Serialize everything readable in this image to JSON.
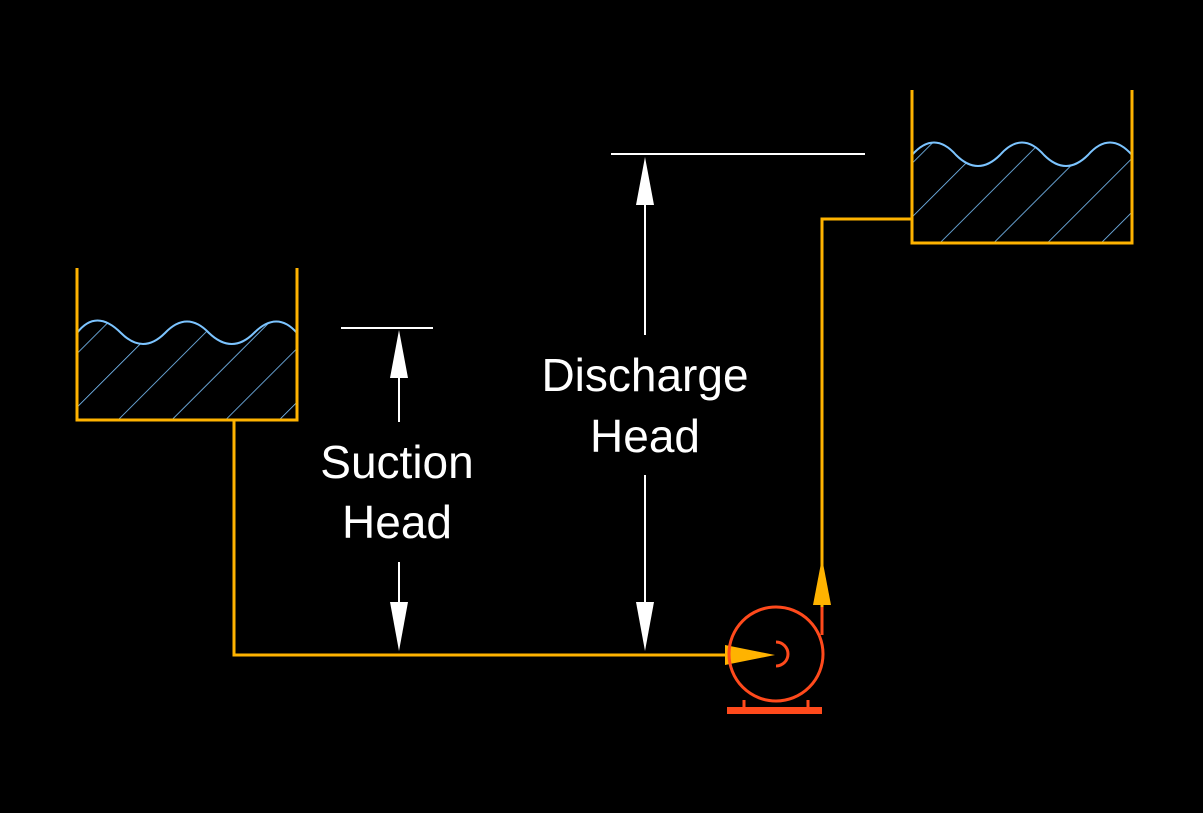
{
  "labels": {
    "suction": {
      "line1": "Suction",
      "line2": "Head"
    },
    "discharge": {
      "line1": "Discharge",
      "line2": "Head"
    }
  },
  "colors": {
    "background": "#000000",
    "tank_outline": "#ffb300",
    "pipe": "#ffb300",
    "water_surface": "#7cc4ff",
    "water_hatch": "#7cc4ff",
    "dimension": "#ffffff",
    "pump": "#ff4a1c"
  },
  "icons": {
    "pump": "centrifugal-pump-icon",
    "flow_arrow": "flow-arrow-icon"
  }
}
